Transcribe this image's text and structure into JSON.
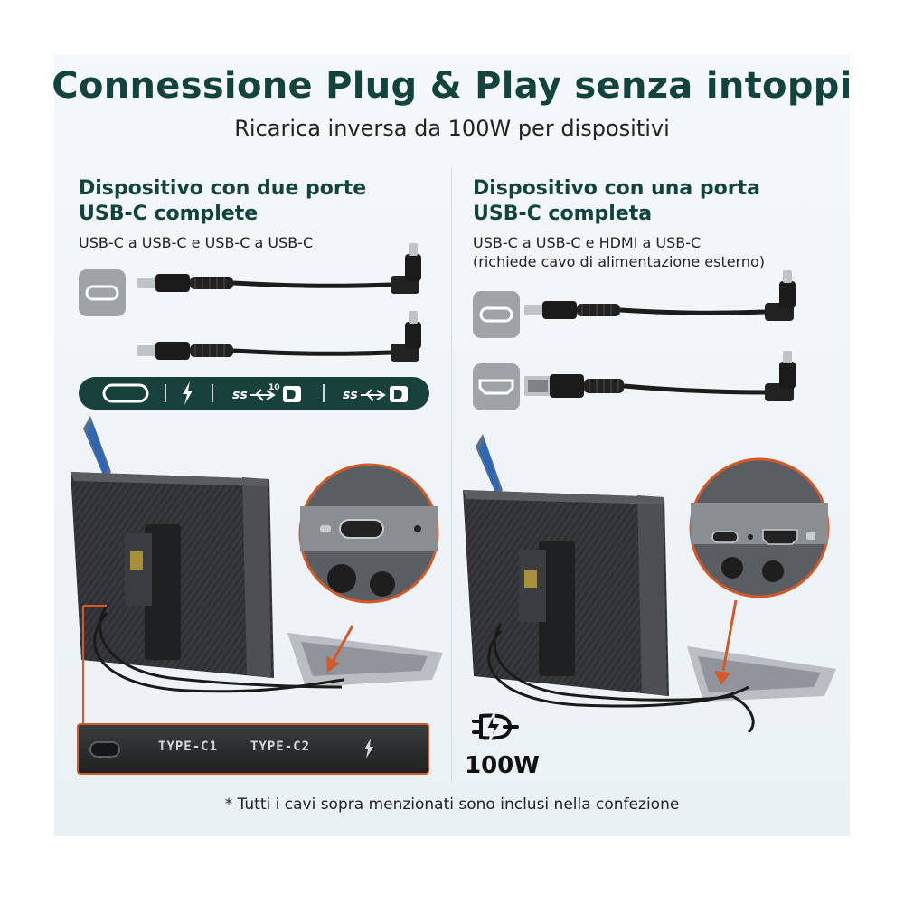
{
  "header": {
    "title": "Connessione Plug & Play senza intoppi",
    "subtitle": "Ricarica inversa da 100W per dispositivi"
  },
  "left": {
    "heading_line1": "Dispositivo con due porte",
    "heading_line2": "USB-C complete",
    "description": "USB-C a USB-C e USB-C a USB-C",
    "port_bar": {
      "icons": [
        "usb-c-port-icon",
        "thunderbolt-icon",
        "superspeed-10-displayport-icon",
        "superspeed-displayport-icon"
      ],
      "ss_label": "ss",
      "ss10_superscript": "10"
    },
    "side_ports": {
      "label_1": "TYPE-C1",
      "label_2": "TYPE-C2",
      "bolt_icon": "lightning-icon"
    }
  },
  "right": {
    "heading_line1": "Dispositivo con una porta",
    "heading_line2": "USB-C completa",
    "description_line1": "USB-C a USB-C e HDMI a USB-C",
    "description_line2": "(richiede cavo di alimentazione esterno)",
    "power_label": "100W",
    "power_icon": "power-plug-lightning-icon"
  },
  "footnote": "* Tutti i cavi sopra menzionati sono inclusi nella confezione",
  "colors": {
    "accent_dark_green": "#12443d",
    "port_bar_bg": "#18413c",
    "highlight_orange": "#d25a2a",
    "port_box_grey": "#9ea3a7"
  }
}
